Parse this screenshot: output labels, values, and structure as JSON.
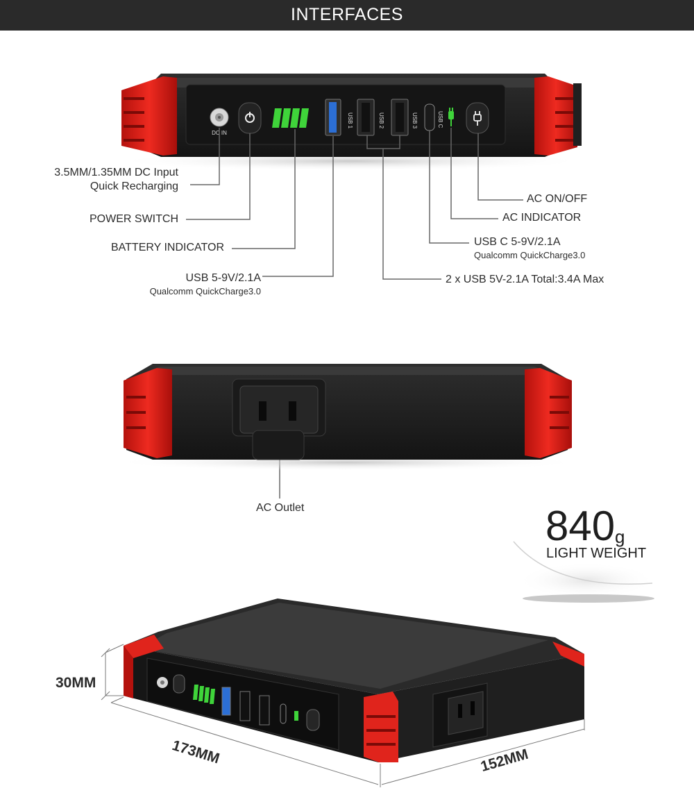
{
  "header": {
    "title": "INTERFACES"
  },
  "device_port_labels": {
    "dc_in": "DC IN",
    "usb1": "USB 1",
    "usb2": "USB 2",
    "usb3": "USB 3",
    "usbc": "USB C"
  },
  "callouts": {
    "dc_input_line1": "3.5MM/1.35MM DC Input",
    "dc_input_line2": "Quick Recharging",
    "power_switch": "POWER SWITCH",
    "battery_indicator": "BATTERY INDICATOR",
    "usb_main": "USB 5-9V/2.1A",
    "usb_main_sub": "Qualcomm QuickCharge3.0",
    "ac_onoff": "AC ON/OFF",
    "ac_indicator": "AC INDICATOR",
    "usbc_main": "USB C 5-9V/2.1A",
    "usbc_sub": "Qualcomm QuickCharge3.0",
    "dual_usb": "2 x USB 5V-2.1A Total:3.4A Max",
    "ac_outlet": "AC Outlet"
  },
  "weight": {
    "value": "840",
    "unit": "g",
    "label": "LIGHT WEIGHT"
  },
  "dimensions": {
    "height": "30MM",
    "length": "173MM",
    "width": "152MM"
  },
  "colors": {
    "accent_red": "#e0241c",
    "body": "#1c1c1c",
    "led_green": "#3fd43a",
    "usb_blue": "#2c6fd6"
  }
}
